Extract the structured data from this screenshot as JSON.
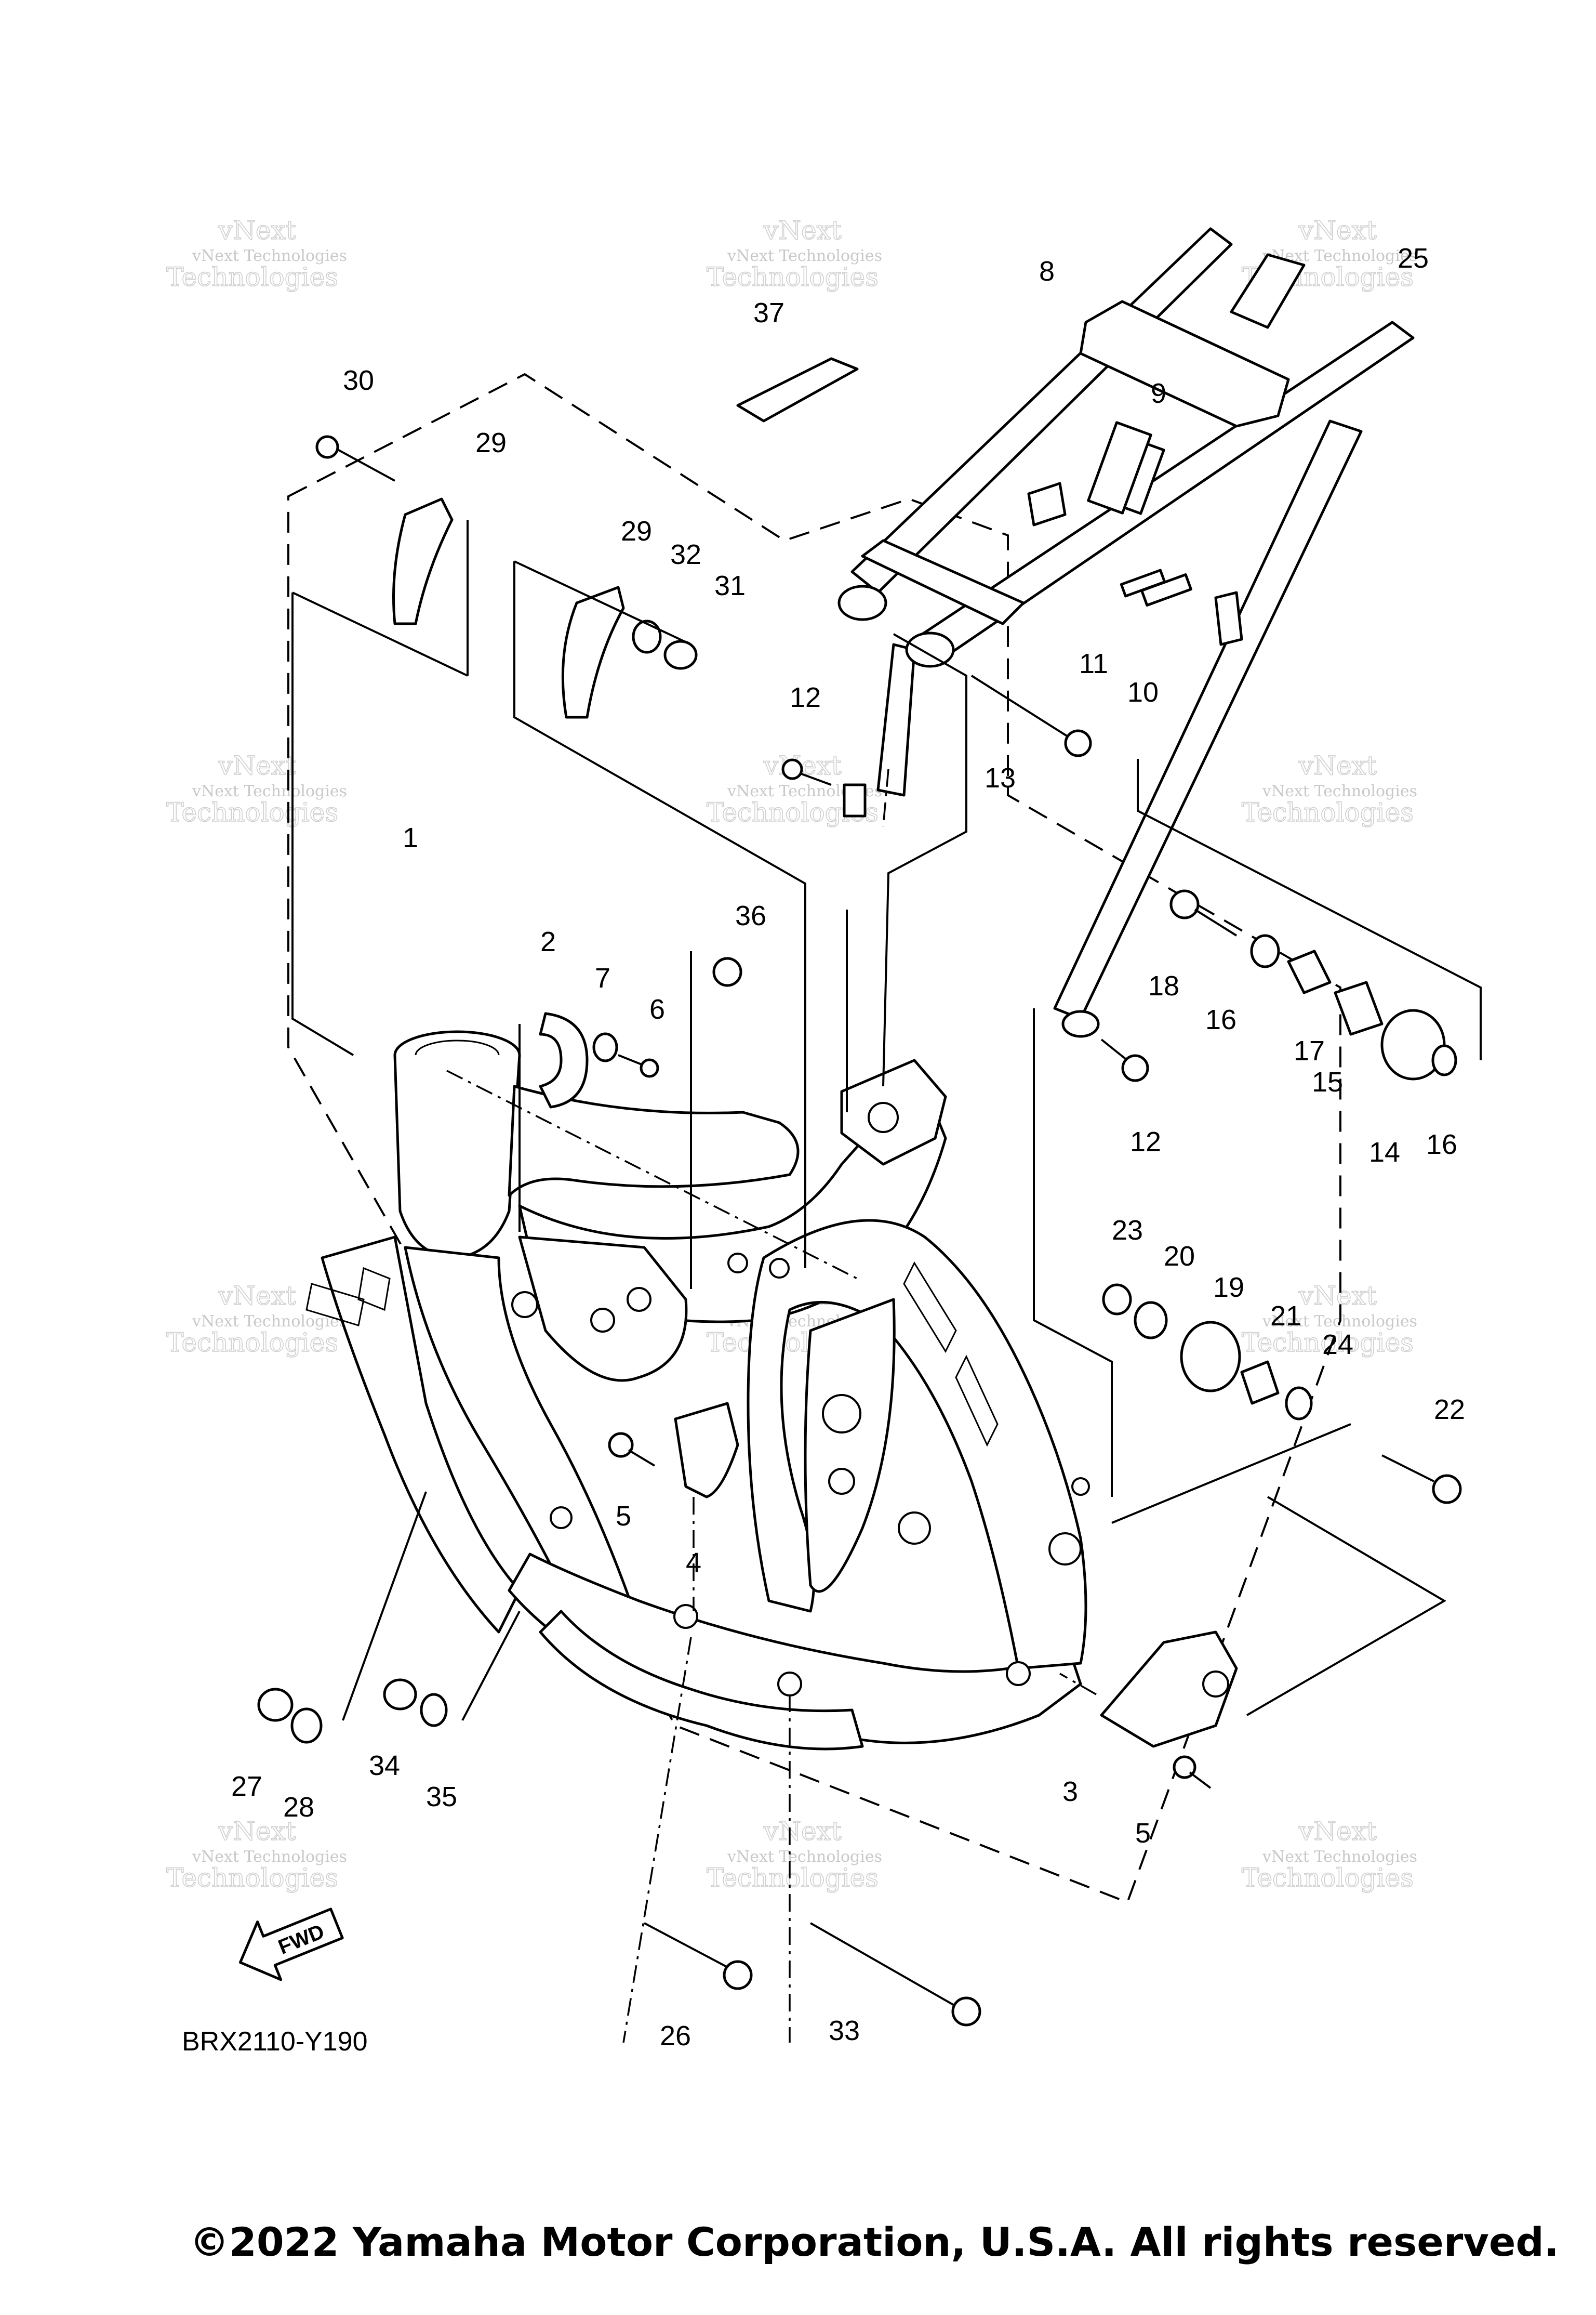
{
  "diagram_code": "BRX2110-Y190",
  "copyright": "©2022 Yamaha Motor Corporation, U.S.A. All rights reserved.",
  "fwd_label": "FWD",
  "watermark": {
    "line1": "vNext",
    "line2": "vNext Technologies",
    "line3": "Technologies"
  },
  "callouts": [
    {
      "id": "1",
      "label": "1"
    },
    {
      "id": "2",
      "label": "2"
    },
    {
      "id": "3",
      "label": "3"
    },
    {
      "id": "4",
      "label": "4"
    },
    {
      "id": "5a",
      "label": "5"
    },
    {
      "id": "5b",
      "label": "5"
    },
    {
      "id": "6",
      "label": "6"
    },
    {
      "id": "7",
      "label": "7"
    },
    {
      "id": "8",
      "label": "8"
    },
    {
      "id": "9",
      "label": "9"
    },
    {
      "id": "10",
      "label": "10"
    },
    {
      "id": "11",
      "label": "11"
    },
    {
      "id": "12a",
      "label": "12"
    },
    {
      "id": "12b",
      "label": "12"
    },
    {
      "id": "13",
      "label": "13"
    },
    {
      "id": "14",
      "label": "14"
    },
    {
      "id": "15",
      "label": "15"
    },
    {
      "id": "16a",
      "label": "16"
    },
    {
      "id": "16b",
      "label": "16"
    },
    {
      "id": "17",
      "label": "17"
    },
    {
      "id": "18",
      "label": "18"
    },
    {
      "id": "19",
      "label": "19"
    },
    {
      "id": "20",
      "label": "20"
    },
    {
      "id": "21",
      "label": "21"
    },
    {
      "id": "22",
      "label": "22"
    },
    {
      "id": "23",
      "label": "23"
    },
    {
      "id": "24",
      "label": "24"
    },
    {
      "id": "25",
      "label": "25"
    },
    {
      "id": "26",
      "label": "26"
    },
    {
      "id": "27",
      "label": "27"
    },
    {
      "id": "28",
      "label": "28"
    },
    {
      "id": "29a",
      "label": "29"
    },
    {
      "id": "29b",
      "label": "29"
    },
    {
      "id": "30",
      "label": "30"
    },
    {
      "id": "31",
      "label": "31"
    },
    {
      "id": "32",
      "label": "32"
    },
    {
      "id": "33",
      "label": "33"
    },
    {
      "id": "34",
      "label": "34"
    },
    {
      "id": "35",
      "label": "35"
    },
    {
      "id": "36",
      "label": "36"
    },
    {
      "id": "37",
      "label": "37"
    }
  ]
}
